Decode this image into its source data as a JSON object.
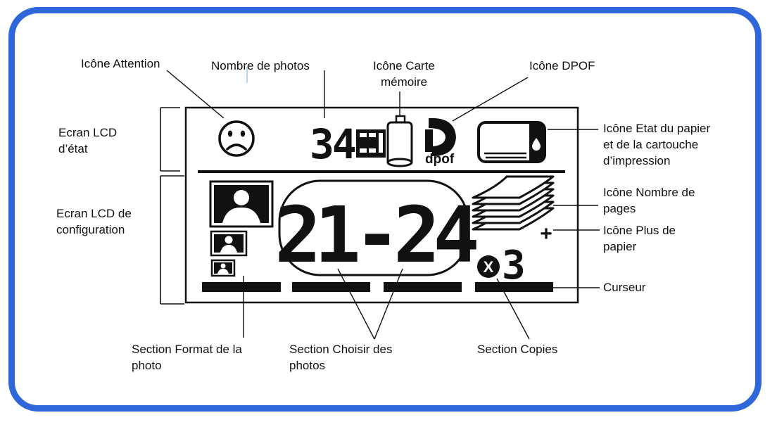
{
  "colors": {
    "frame": "#2f66d9",
    "ink": "#111111",
    "accent_line": "#b7d7ee"
  },
  "labels": {
    "attention": "Icône Attention",
    "photo_count": "Nombre de photos",
    "memory_card": [
      "Icône Carte",
      "mémoire"
    ],
    "dpof": "Icône DPOF",
    "status_lcd": [
      "Ecran LCD",
      "d’état"
    ],
    "config_lcd": [
      "Ecran LCD de",
      "configuration"
    ],
    "paper_cartridge": [
      "Icône Etat du papier",
      "et de la cartouche",
      "d’impression"
    ],
    "page_count": [
      "Icône Nombre de",
      "pages"
    ],
    "more_paper": [
      "Icône Plus de",
      "papier"
    ],
    "cursor": "Curseur",
    "photo_format": [
      "Section Format de la",
      "photo"
    ],
    "choose_photos": [
      "Section Choisir des",
      "photos"
    ],
    "copies": "Section Copies"
  },
  "display": {
    "photo_count_value": "34",
    "photo_range_value": "21-24",
    "copies_value": "3",
    "dpof_text": "dpof",
    "plus_sign": "+",
    "x_mark": "X"
  },
  "icons": [
    "sad-face-icon",
    "film-icon",
    "memory-card-icon",
    "dpof-icon",
    "paper-cartridge-icon",
    "photo-size-large-icon",
    "photo-size-medium-icon",
    "photo-size-small-icon",
    "paper-stack-icon",
    "copies-x-icon"
  ]
}
